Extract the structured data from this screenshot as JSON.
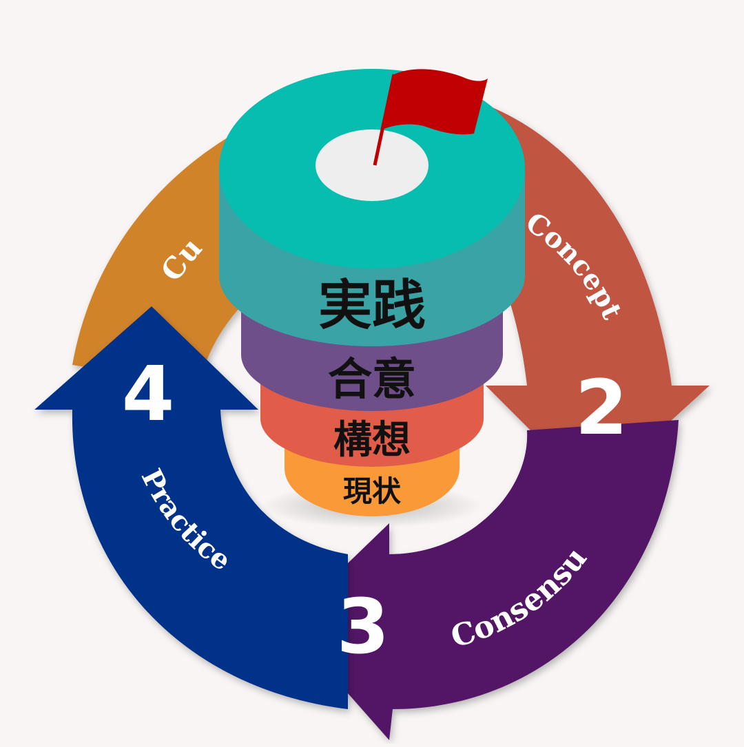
{
  "cycle": {
    "steps": [
      {
        "number": "",
        "label": "Cu",
        "color": "#d1832c"
      },
      {
        "number": "2",
        "label": "Concept",
        "color": "#c05443"
      },
      {
        "number": "3",
        "label": "Consensus",
        "color": "#521566"
      },
      {
        "number": "4",
        "label": "Practice",
        "color": "#03308a"
      }
    ]
  },
  "stack": {
    "tiers": [
      {
        "label": "実践",
        "color": "#3aa3a5"
      },
      {
        "label": "合意",
        "color": "#6e4f89"
      },
      {
        "label": "構想",
        "color": "#e15d49"
      },
      {
        "label": "現状",
        "color": "#f99938"
      }
    ],
    "top_color": "#06bdaf",
    "flag_color": "#c00000"
  }
}
